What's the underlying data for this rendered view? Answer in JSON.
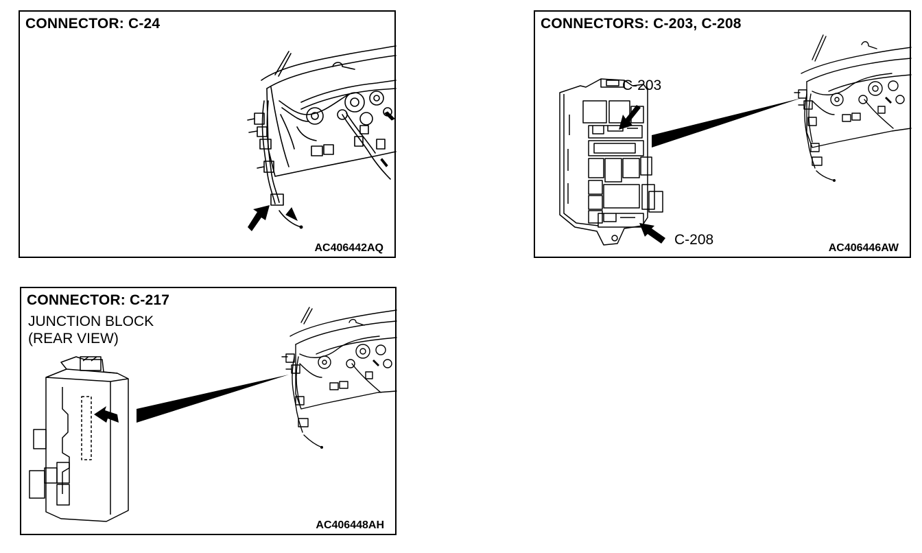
{
  "panels": [
    {
      "title": "CONNECTOR: C-24",
      "code": "AC406442AQ"
    },
    {
      "title": "CONNECTORS: C-203, C-208",
      "code": "AC406446AW",
      "callouts": [
        "C-203",
        "C-208"
      ]
    },
    {
      "title": "CONNECTOR: C-217",
      "code": "AC406448AH",
      "subtitle_lines": [
        "JUNCTION BLOCK",
        "(REAR VIEW)"
      ]
    }
  ],
  "icons": [
    "dashboard-harness-drawing",
    "junction-block-drawing",
    "pointer-arrow-icon"
  ]
}
